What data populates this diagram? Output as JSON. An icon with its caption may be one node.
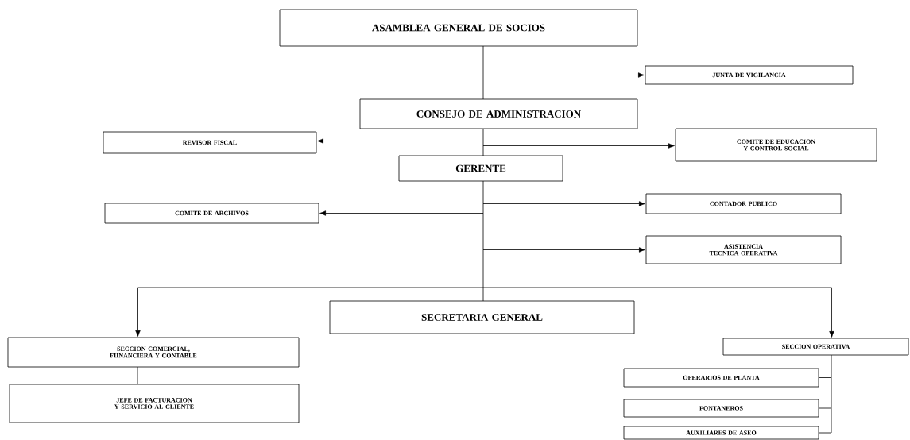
{
  "diagram": {
    "nodes": [
      {
        "text": [
          "ASAMBLEA GENERAL DE SOCIOS"
        ]
      },
      {
        "text": [
          "JUNTA DE VIGILANCIA"
        ]
      },
      {
        "text": [
          "CONSEJO DE ADMINISTRACION"
        ]
      },
      {
        "text": [
          "REVISOR FISCAL"
        ]
      },
      {
        "text": [
          "COMITE DE EDUCACION Y CONTROL SOCIAL"
        ]
      },
      {
        "text": [
          "GERENTE"
        ]
      },
      {
        "text": [
          "CONTADOR PUBLICO"
        ]
      },
      {
        "text": [
          "COMITE DE ARCHIVOS"
        ]
      },
      {
        "text": [
          "ASISTENCIA TECNICA OPERATIVA"
        ]
      },
      {
        "text": [
          "SECRETARIA GENERAL"
        ]
      },
      {
        "text": [
          "SECCION COMERCIAL, FIINANCIERA Y CONTABLE"
        ]
      },
      {
        "text": [
          "JEFE DE FACTURACION Y SERVICIO AL CLIENTE"
        ]
      },
      {
        "text": [
          "SECCION OPERATIVA"
        ]
      },
      {
        "text": [
          "OPERARIOS DE PLANTA"
        ]
      },
      {
        "text": [
          "FONTANEROS"
        ]
      },
      {
        "text": [
          "AUXILIARES DE ASEO"
        ]
      }
    ],
    "edges": [
      {
        "from": 0,
        "to": 2,
        "arrow": "none"
      },
      {
        "from": 0,
        "to": 1,
        "arrow": "to"
      },
      {
        "from": 2,
        "to": 3,
        "arrow": "to"
      },
      {
        "from": 2,
        "to": 4,
        "arrow": "to"
      },
      {
        "from": 2,
        "to": 5,
        "arrow": "none"
      },
      {
        "from": 5,
        "to": 6,
        "arrow": "to"
      },
      {
        "from": 5,
        "to": 7,
        "arrow": "to"
      },
      {
        "from": 5,
        "to": 8,
        "arrow": "to"
      },
      {
        "from": 5,
        "to": 9,
        "arrow": "none"
      },
      {
        "from": 5,
        "to": 10,
        "arrow": "to"
      },
      {
        "from": 5,
        "to": 12,
        "arrow": "to"
      },
      {
        "from": 10,
        "to": 11,
        "arrow": "none"
      },
      {
        "from": 12,
        "to": 13,
        "arrow": "none"
      },
      {
        "from": 12,
        "to": 14,
        "arrow": "none"
      },
      {
        "from": 12,
        "to": 15,
        "arrow": "none"
      }
    ]
  }
}
